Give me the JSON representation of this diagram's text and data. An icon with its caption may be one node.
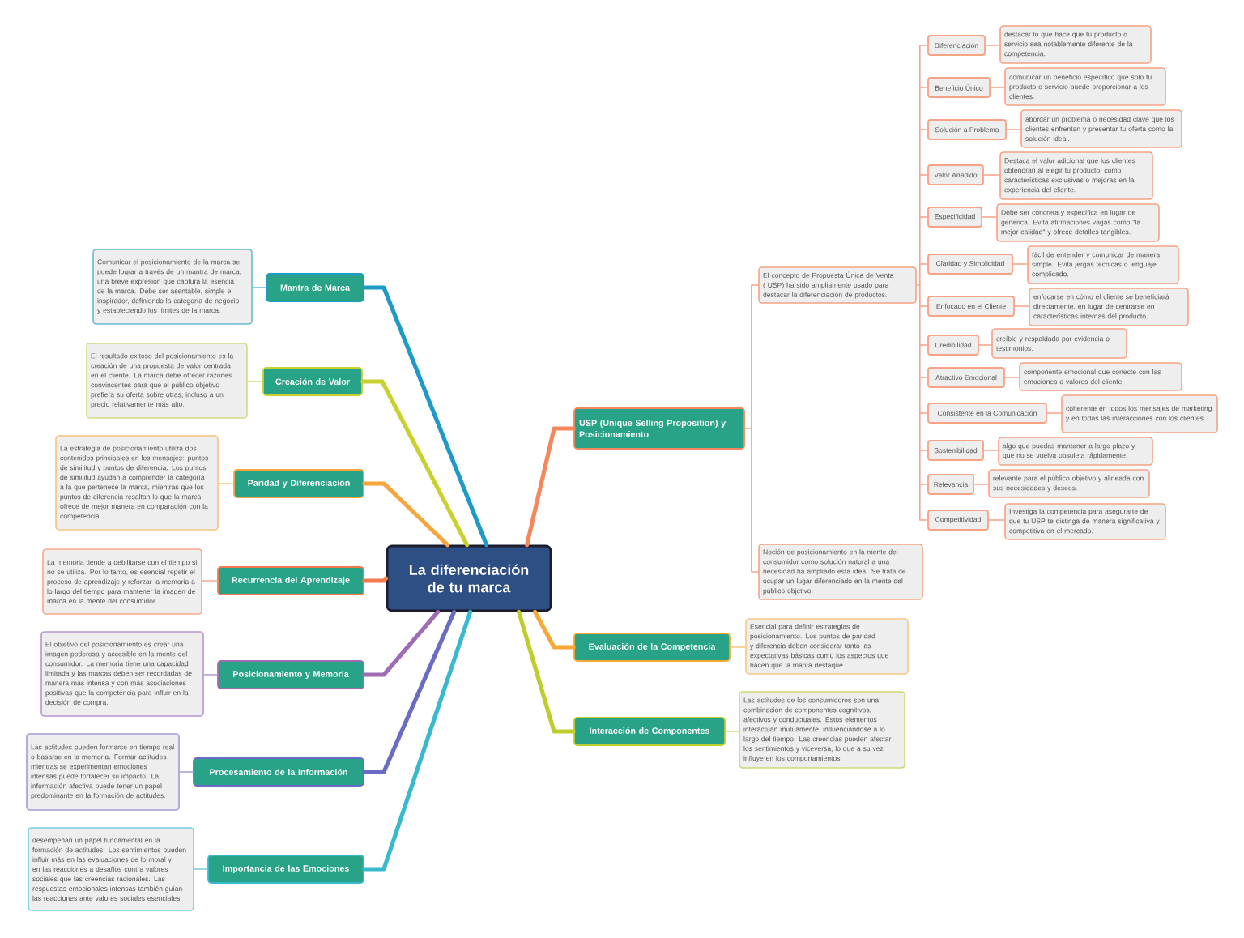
{
  "diagram": {
    "nodes": [
      {
        "text": [
          "La diferenciación de tu marca"
        ]
      },
      {
        "text": [
          "Mantra de Marca"
        ]
      },
      {
        "text": [
          "Comunicar el posicionamiento de la marca se puede lograr a través de un mantra de marca, una breve expresión que captura la esencia de la marca. Debe ser asentable, simple e inspirador, definiendo la categoría de negocio y estableciendo los límites de la marca."
        ]
      },
      {
        "text": [
          "Creación de Valor"
        ]
      },
      {
        "text": [
          "El resultado exitoso del posicionamiento es la creación de una propuesta de valor centrada en el cliente. La marca debe ofrecer razones convincentes para que el público objetivo prefiera su oferta sobre otras, incluso a un precio relativamente más alto."
        ]
      },
      {
        "text": [
          "Paridad y Diferenciación"
        ]
      },
      {
        "text": [
          "La estrategia de posicionamiento utiliza dos contenidos principales en los mensajes: puntos de similitud y puntos de diferencia. Los puntos de similitud ayudan a comprender la categoría a la que pertenece la marca, mientras que los puntos de diferencia resaltan lo que la marca ofrece de mejor manera en comparación con la competencia."
        ]
      },
      {
        "text": [
          "Recurrencia del Aprendizaje"
        ]
      },
      {
        "text": [
          "La memoria tiende a debilitarse con el tiempo si no se utiliza. Por lo tanto, es esencial repetir el proceso de aprendizaje y reforzar la memoria a lo largo del tiempo para mantener la imagen de marca en la mente del consumidor."
        ]
      },
      {
        "text": [
          "Posicionamiento y Memoria"
        ]
      },
      {
        "text": [
          "El objetivo del posicionamiento es crear una imagen poderosa y accesible en la mente del consumidor. La memoria tiene una capacidad limitada y las marcas deben ser recordadas de manera más intensa y con más asociaciones positivas que la competencia para influir en la decisión de compra."
        ]
      },
      {
        "text": [
          "Procesamiento de la Información"
        ]
      },
      {
        "text": [
          "Las actitudes pueden formarse en tiempo real o basarse en la memoria. Formar actitudes mientras se experimentan emociones intensas puede fortalecer su impacto. La información afectiva puede tener un papel predominante en la formación de actitudes."
        ]
      },
      {
        "text": [
          "Importancia de las Emociones"
        ]
      },
      {
        "text": [
          "desempeñan un papel fundamental en la formación de actitudes. Los sentimientos pueden influir más en las evaluaciones de lo moral y en las reacciones a desafíos contra valores sociales que las creencias racionales. Las respuestas emocionales intensas también guían las reacciones ante valores sociales esenciales."
        ]
      },
      {
        "text": [
          "USP (Unique Selling Proposition) y Posicionamiento"
        ]
      },
      {
        "text": [
          "El concepto de Propuesta Única de Venta ( USP) ha sido ampliamente usado para destacar la diferenciación de productos."
        ]
      },
      {
        "text": [
          "Diferenciación"
        ]
      },
      {
        "text": [
          "destacar lo que hace que tu producto o servicio sea notablemente diferente de la competencia."
        ]
      },
      {
        "text": [
          "Beneficio Único"
        ]
      },
      {
        "text": [
          "comunicar un beneficio específico que solo tu producto o servicio puede proporcionar a los clientes."
        ]
      },
      {
        "text": [
          "Solución a Problema"
        ]
      },
      {
        "text": [
          "abordar un problema o necesidad clave que los clientes enfrentan y presentar tu oferta como la solución ideal."
        ]
      },
      {
        "text": [
          "Valor Añadido"
        ]
      },
      {
        "text": [
          "Destaca el valor adicional que los clientes obtendrán al elegir tu producto, como características exclusivas o mejoras en la experiencia del cliente."
        ]
      },
      {
        "text": [
          "Especificidad"
        ]
      },
      {
        "text": [
          "Debe ser concreta y específica en lugar de genérica. Evita afirmaciones vagas como \"la mejor calidad\" y ofrece detalles tangibles."
        ]
      },
      {
        "text": [
          "Claridad y Simplicidad"
        ]
      },
      {
        "text": [
          "fácil de entender y comunicar de manera simple. Evita jergas técnicas o lenguaje complicado."
        ]
      },
      {
        "text": [
          "Enfocado en el Cliente"
        ]
      },
      {
        "text": [
          "enfocarse en cómo el cliente se beneficiará directamente, en lugar de centrarse en características internas del producto."
        ]
      },
      {
        "text": [
          "Credibilidad"
        ]
      },
      {
        "text": [
          "creíble y respaldada por evidencia o testimonios."
        ]
      },
      {
        "text": [
          "Atractivo Emocional"
        ]
      },
      {
        "text": [
          "componente emocional que conecte con las emociones o valores del cliente."
        ]
      },
      {
        "text": [
          "Consistente en la Comunicación"
        ]
      },
      {
        "text": [
          "coherente en todos los mensajes de marketing y en todas las interacciones con los clientes."
        ]
      },
      {
        "text": [
          "Sostenibilidad"
        ]
      },
      {
        "text": [
          "algo que puedas mantener a largo plazo y que no se vuelva obsoleta rápidamente."
        ]
      },
      {
        "text": [
          "Relevancia"
        ]
      },
      {
        "text": [
          "relevante para el público objetivo y alineada con sus necesidades y deseos."
        ]
      },
      {
        "text": [
          "Competitividad"
        ]
      },
      {
        "text": [
          "Investiga la competencia para asegurarte de que tu USP te distinga de manera significativa y competitiva en el mercado."
        ]
      },
      {
        "text": [
          "Noción de posicionamiento en la mente del consumidor como solución natural a una necesidad ha ampliado esta idea. Se trata de ocupar un lugar diferenciado en la mente del público objetivo."
        ]
      },
      {
        "text": [
          "Evaluación de la Competencia"
        ]
      },
      {
        "text": [
          "Esencial para definir estrategias de posicionamiento. Los puntos de paridad y diferencia deben considerar tanto las expectativas básicas como los aspectos que hacen que la marca destaque."
        ]
      },
      {
        "text": [
          "Interacción de Componentes"
        ]
      },
      {
        "text": [
          "Las actitudes de los consumidores son una combinación de componentes cognitivos, afectivos y conductuales. Estos elementos interactúan mutuamente, influenciándose a lo largo del tiempo. Las creencias pueden afectar los sentimientos y viceversa, lo que a su vez influye en los comportamientos."
        ]
      }
    ],
    "edges": [
      {
        "from": 0,
        "to": 1,
        "arrow": "none",
        "style": "thick",
        "color": "#1d9ac6"
      },
      {
        "from": 0,
        "to": 3,
        "arrow": "none",
        "style": "thick",
        "color": "#c8d12e"
      },
      {
        "from": 0,
        "to": 5,
        "arrow": "none",
        "style": "thick",
        "color": "#f6a53f"
      },
      {
        "from": 0,
        "to": 7,
        "arrow": "none",
        "style": "thick",
        "color": "#f37b50"
      },
      {
        "from": 0,
        "to": 9,
        "arrow": "none",
        "style": "thick",
        "color": "#9d6cb4"
      },
      {
        "from": 0,
        "to": 11,
        "arrow": "none",
        "style": "thick",
        "color": "#6a6bc3"
      },
      {
        "from": 0,
        "to": 13,
        "arrow": "none",
        "style": "thick",
        "color": "#38b9cf"
      },
      {
        "from": 0,
        "to": 15,
        "arrow": "none",
        "style": "thick",
        "color": "#f4875c"
      },
      {
        "from": 0,
        "to": 44,
        "arrow": "none",
        "style": "thick",
        "color": "#f7a733"
      },
      {
        "from": 0,
        "to": 46,
        "arrow": "none",
        "style": "thick",
        "color": "#bfcd2c"
      },
      {
        "from": 1,
        "to": 2,
        "arrow": "none",
        "color": "#6ab9d6"
      },
      {
        "from": 3,
        "to": 4,
        "arrow": "none",
        "color": "#d5dc7e"
      },
      {
        "from": 5,
        "to": 6,
        "arrow": "none",
        "color": "#f8c27e"
      },
      {
        "from": 7,
        "to": 8,
        "arrow": "none",
        "color": "#f6a78c"
      },
      {
        "from": 9,
        "to": 10,
        "arrow": "none",
        "color": "#b995cc"
      },
      {
        "from": 11,
        "to": 12,
        "arrow": "none",
        "color": "#a59ad2"
      },
      {
        "from": 13,
        "to": 14,
        "arrow": "none",
        "color": "#77cddd"
      },
      {
        "from": 15,
        "to": 16,
        "arrow": "none"
      },
      {
        "from": 15,
        "to": 43,
        "arrow": "none"
      },
      {
        "from": 16,
        "to": 17,
        "arrow": "none"
      },
      {
        "from": 16,
        "to": 19,
        "arrow": "none"
      },
      {
        "from": 16,
        "to": 21,
        "arrow": "none"
      },
      {
        "from": 16,
        "to": 23,
        "arrow": "none"
      },
      {
        "from": 16,
        "to": 25,
        "arrow": "none"
      },
      {
        "from": 16,
        "to": 27,
        "arrow": "none"
      },
      {
        "from": 16,
        "to": 29,
        "arrow": "none"
      },
      {
        "from": 16,
        "to": 31,
        "arrow": "none"
      },
      {
        "from": 16,
        "to": 33,
        "arrow": "none"
      },
      {
        "from": 16,
        "to": 35,
        "arrow": "none"
      },
      {
        "from": 16,
        "to": 37,
        "arrow": "none"
      },
      {
        "from": 16,
        "to": 39,
        "arrow": "none"
      },
      {
        "from": 16,
        "to": 41,
        "arrow": "none"
      },
      {
        "from": 17,
        "to": 18,
        "arrow": "none"
      },
      {
        "from": 19,
        "to": 20,
        "arrow": "none"
      },
      {
        "from": 21,
        "to": 22,
        "arrow": "none"
      },
      {
        "from": 23,
        "to": 24,
        "arrow": "none"
      },
      {
        "from": 25,
        "to": 26,
        "arrow": "none"
      },
      {
        "from": 27,
        "to": 28,
        "arrow": "none"
      },
      {
        "from": 29,
        "to": 30,
        "arrow": "none"
      },
      {
        "from": 31,
        "to": 32,
        "arrow": "none"
      },
      {
        "from": 33,
        "to": 34,
        "arrow": "none"
      },
      {
        "from": 35,
        "to": 36,
        "arrow": "none"
      },
      {
        "from": 37,
        "to": 38,
        "arrow": "none"
      },
      {
        "from": 39,
        "to": 40,
        "arrow": "none"
      },
      {
        "from": 41,
        "to": 42,
        "arrow": "none"
      },
      {
        "from": 44,
        "to": 45,
        "arrow": "none",
        "color": "#f8c684"
      },
      {
        "from": 46,
        "to": 47,
        "arrow": "none",
        "color": "#cfd774"
      }
    ]
  }
}
